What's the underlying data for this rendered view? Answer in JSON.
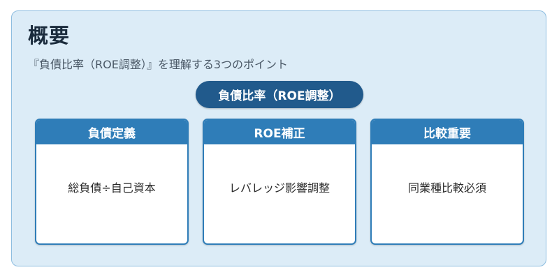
{
  "title": "概要",
  "subtitle": "『負債比率（ROE調整）』を理解する3つのポイント",
  "center_label": "負債比率（ROE調整）",
  "cards": [
    {
      "heading": "負債定義",
      "body": "総負債÷自己資本"
    },
    {
      "heading": "ROE補正",
      "body": "レバレッジ影響調整"
    },
    {
      "heading": "比較重要",
      "body": "同業種比較必須"
    }
  ],
  "colors": {
    "panel_bg": "#dcecf7",
    "panel_border": "#8dbde0",
    "pill_bg": "#215a8c",
    "card_header_bg": "#2f7db8"
  }
}
